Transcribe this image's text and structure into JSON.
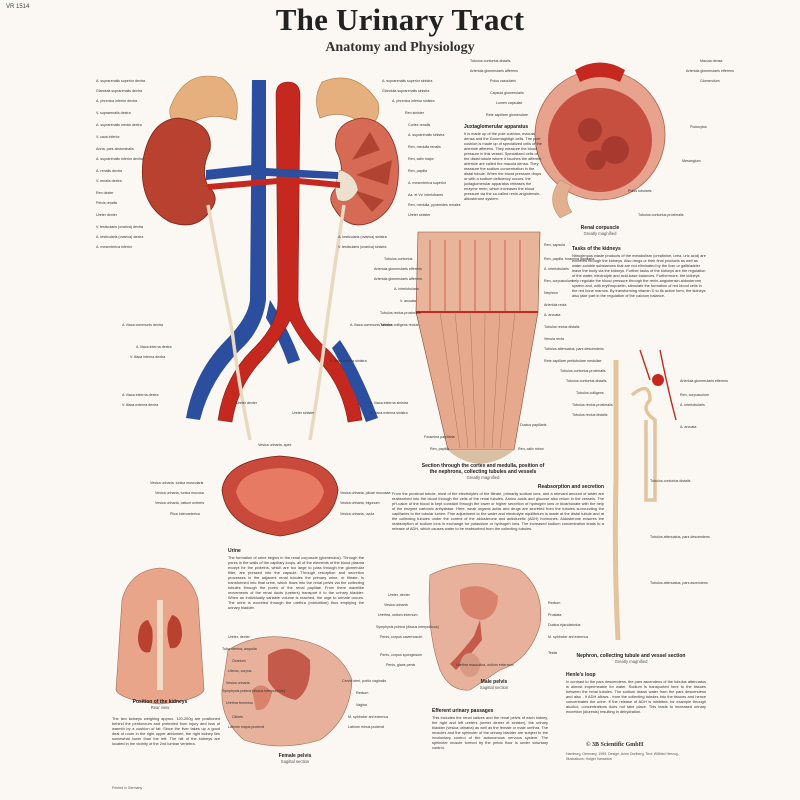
{
  "header": {
    "code": "VR 1514",
    "title": "The Urinary Tract",
    "subtitle": "Anatomy and Physiology"
  },
  "main_labels_left": [
    "A. suprarenalis superior dextra",
    "Glandula suprarenalis dextra",
    "A. phrenica inferior dextra",
    "V. suprarenalis dextra",
    "A. suprarenalis media dextra",
    "V. cava inferior",
    "Aorta, pars abdominalis",
    "A. suprarenalis inferior dextra",
    "A. renalis dextra",
    "V. renalis dextra",
    "Ren dexter",
    "Pelvis renalis",
    "Ureter dexter",
    "V. testicularis (ovarica) dextra",
    "A. testicularis (ovarica) dextra",
    "A. mesenterica inferior"
  ],
  "main_labels_right": [
    "A. suprarenalis superior sinistra",
    "Glandula suprarenalis sinistra",
    "A. phrenica inferior sinistra",
    "Ren sinister",
    "Cortex renalis",
    "A. suprarenalis sinistra",
    "Ren, medulla renalis",
    "Ren, calix major",
    "Ren, papilla",
    "A. mesenterica superior",
    "Aa. et Vv. interlobares",
    "Ren, medulla, pyramides renales",
    "Ureter sinister",
    "A. testicularis (ovarica) sinistra",
    "V. testicularis (ovarica) sinistra"
  ],
  "main_labels_lower": [
    "A. iliaca communis dextra",
    "A. iliaca interna dextra",
    "V. iliaca interna dextra",
    "A. iliaca externa dextra",
    "V. iliaca externa dextra",
    "A. iliaca communis sinistra",
    "V. iliaca interna sinistra",
    "Ureter dexter",
    "Ureter sinister",
    "A. iliaca externa sinistra",
    "V. iliaca externa sinistra"
  ],
  "bladder_labels": [
    "Vesica urinaria, apex",
    "Vesica urinaria, tunica muscularis",
    "Vesica urinaria, tunica mucosa",
    "Vesica urinaria, ostium ureteris",
    "Plica interureterica",
    "Vesica urinaria, plicae mucosae",
    "Vesica urinaria, trigonum",
    "Vesica urinaria, uvula"
  ],
  "corpuscle_labels": [
    "Tubulus contortus distalis",
    "Arteriola glomerularis afferens",
    "Polus vascularis",
    "Capsula glomerularis",
    "Lumen capsulae",
    "Rete capillare glomerulare",
    "Macula densa",
    "Arteriola glomerularis efferens",
    "Glomerulum",
    "Podocytus",
    "Mesangium",
    "Polus tubularis",
    "Tubulus contortus proximalis"
  ],
  "corpuscle_caption": {
    "title": "Renal corpuscle",
    "sub": "Greatly magnified"
  },
  "juxta": {
    "title": "Juxtaglomerular apparatus",
    "body": "It is made up of the pole cushion, macula densa and the Goormaghtigh cells. The pole cushion is made up of specialized cells of the arteriole afferens. They measure the blood pressure in this vessel. Specialized cells of the distal tubule where it touches the afferent arteriole are called the macula densa. They measure the sodium concentration in the distal tubule. When the blood pressure drops or with a sodium deficiency occurs, the juxtaglomerular apparatus releases the enzyme renin, which increases the blood pressure via the so-called renin-angiotensin-aldosterone system."
  },
  "section_labels": [
    "Ren, capsula",
    "Tubulus contortus",
    "Arteriola glomerularis efferens",
    "Arteriola glomerularis afferens",
    "A. interlobularis",
    "V. arcuata",
    "Tubulus rectus proximalis",
    "Tubulus colligens rectus",
    "Ren, papilla, foramina papillaria",
    "A. interlobularis",
    "Ren, corpusculum",
    "Nephron",
    "Arteriola recta",
    "A. arcuata",
    "Tubulus rectus distalis",
    "Venula recta",
    "Tubulus attenuatus, pars descendens",
    "Rete capillare peritubulare medullae",
    "Ductus papillaris",
    "Foramina papillaria",
    "Ren, papilla",
    "Ren, calix minor"
  ],
  "section_caption": {
    "title": "Section through the cortex and medulla, position of the nephrons, collecting tubules and vessels",
    "sub": "Greatly magnified"
  },
  "tasks": {
    "title": "Tasks of the kidneys",
    "body": "Nitrogenous waste products of the metabolism (creatinine, urea, uric acid) are excreted through the kidneys. Also drugs or their final products as well as water-soluble substances that are not eliminated by the liver or gallbladder leave the body via the kidneys. Further tasks of the kidneys are the regulation of the water, electrolyte and acid-base balances. Furthermore, the kidneys help regulate the blood pressure through the renin-angiotensin-aldosterone system and, with erythropoietin, stimulate the formation of red blood cells in the red bone marrow. By transforming vitamin D to its active form, the kidneys also take part in the regulation of the calcium balance."
  },
  "nephron_labels": [
    "Tubulus contortus proximalis",
    "Tubulus contortus distalis",
    "Tubulus colligens",
    "Tubulus rectus proximalis",
    "Tubulus rectus distalis",
    "Arteriola glomerularis efferens",
    "Ren, corpusculum",
    "A. interlobularis",
    "A. arcuata",
    "Tubulus contortus distalis",
    "Tubulus attenuatus, pars descendens",
    "Tubulus attenuatus, pars ascendens"
  ],
  "nephron_caption": {
    "title": "Nephron, collecting tubule and vessel section",
    "sub": "Greatly magnified"
  },
  "reabsorption": {
    "title": "Reabsorption and secretion",
    "body": "From the proximal tubule, most of the electrolytes of the filtrate, primarily sodium ions, and a relevant amount of water are reabsorbed into the blood through the cells of the renal tubules. Amino acids and glucose also return in the vessels. The pH-value of the blood is kept constant through the lower or higher secretion of hydrogen ions or bicarbonate with the help of the enzyme carbonic anhydrase. Here, weak organic acids and drugs are secreted from the tubules surrounding the capillaries to the tubular lumen. Fine adjustment to the water and electrolyte equilibrium is made at the distal tubule and at the collecting tubules under the control of the aldosterone and antidiuretic (ADH) hormones. Aldosterone ensures the reabsorption of sodium ions in exchange for potassium or hydrogen ions. The increased sodium concentration leads to a release of ADH, which causes water to be reabsorbed from the collecting tubules."
  },
  "urine": {
    "title": "Urine",
    "body": "The formation of urine begins in the renal corpuscle (glomerulus). Through the pores in the walls of the capillary loops, all of the elements of the blood plasma except for the proteins, which are too large to pass through the glomerular filter, are pressed into the capsule. Through resorption and secretion processes in the adjacent renal tubules the primary urine, or filtrate, is transformed into final urine, which flows into the renal pelvis via the collecting tubules through the pores of the renal papillae. From there wavelike movements of the renal ducts (ureters) transport it to the urinary bladder. When an individually variable volume is reached, the urge to urinate occurs. The urine is excreted through the urethra (micturition) thus emptying the urinary bladder."
  },
  "kidney_position": {
    "caption": "Position of the kidneys",
    "sub": "Rear view",
    "body": "The two kidneys weighing approx. 120-200g are positioned behind the peritoneum and protected from injury and loss of warmth by a cushion of fat. Since the liver takes up a good deal of room in the right upper abdomen, the right kidney lies somewhat lower than the left. The hilt of the kidneys are located in the vicinity of the 2nd lumbar vertebra."
  },
  "female_labels_left": [
    "Ureter, dexter",
    "Tuba uterina, ampulla",
    "Ovarium",
    "Uterus, corpus",
    "Vesica urinaria",
    "Symphysis pubica (discus interpubicus)",
    "Urethra feminina",
    "Clitoris",
    "Labium majus pudendi"
  ],
  "female_labels_right": [
    "Cervix uteri, portio vaginalis",
    "Rectum",
    "Vagina",
    "M. sphincter ani externus",
    "Labium minus pudendi"
  ],
  "female_caption": {
    "title": "Female pelvis",
    "sub": "Sagittal section"
  },
  "male_labels_left": [
    "Ureter, dexter",
    "Vesica urinaria",
    "Urethra, ostium internum",
    "Symphysis pubica (discus interpubicus)",
    "Penis, corpus cavernosum",
    "Penis, corpus spongiosum",
    "Penis, glans penis"
  ],
  "male_labels_right": [
    "Rectum",
    "Prostata",
    "Ductus ejaculatorius",
    "M. sphincter ani externus",
    "Testis",
    "Urethra masculina, ostium externum"
  ],
  "male_caption": {
    "title": "Male pelvis",
    "sub": "Sagittal section"
  },
  "efferent": {
    "title": "Efferent urinary passages",
    "body": "This includes the renal calices and the renal pelvis of each kidney, the right and left ureters (ureter dexter et sinister), the urinary bladder (vesica urinaria) as well as the female or male urethra. The muscles and the sphincter of the urinary bladder are subject to the involuntary control of the autonomous nervous system. The sphincter muscle formed by the pelvic floor is under voluntary control."
  },
  "henle": {
    "title": "Henle's loop",
    "body": "In contrast to the pars descendens, the pars ascendens of the tubulus attenuatus is almost impermeable for water. Sodium is transported here to the tissues between the renal tubules. The sodium draws water from the pars descendens and also - if ADH allows - from the collecting tubules into the tissues and hence concentrates the urine. If the release of ADH is inhibited, for example through alcohol, concentrations does not take place. This leads to increased urinary excretion (diuresis) resulting in dehydration."
  },
  "footer": {
    "brand": "© 3B Scientific GmbH",
    "credits": "Hamburg, Germany, 1999. Design: Anne Dorfberg, Text: Wilfried Herzog, Illustrations: Holger Vanselow",
    "printed": "Printed in Germany"
  },
  "colors": {
    "artery": "#c4281f",
    "vein": "#2b4f9e",
    "kidney": "#b6402f",
    "adrenal": "#e8b482",
    "tissue": "#e9a98f",
    "background": "#fbf8f3"
  }
}
